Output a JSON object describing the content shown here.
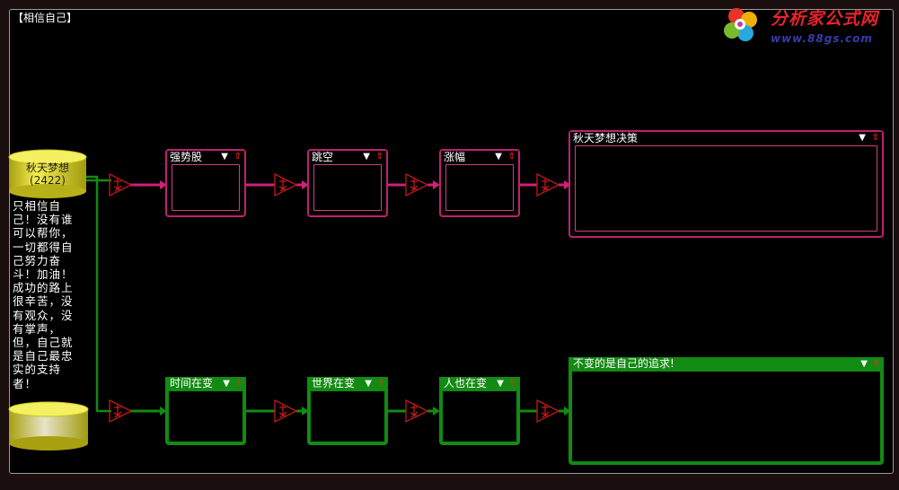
{
  "frame_title": "【相信自己】",
  "logo": {
    "brand": "分析家公式网",
    "url": "www.88gs.com"
  },
  "source": {
    "name": "秋天梦想",
    "code": "(2422)"
  },
  "story_lines": [
    "只相信自",
    "己！没有谁",
    "可以帮你，",
    "一切都得自",
    "己努力奋",
    "斗！加油！",
    "成功的路上",
    "很辛苦，没",
    "有观众，没",
    "有掌声，",
    "但，自己就",
    "是自己最忠",
    "实的支持",
    "者！"
  ],
  "top_row": {
    "boxes": [
      "强势股",
      "跳空",
      "涨幅"
    ],
    "decision": "秋天梦想决策"
  },
  "bottom_row": {
    "boxes": [
      "时间在变",
      "世界在变",
      "人也在变"
    ],
    "decision": "不变的是自己的追求!"
  },
  "icons": {
    "dropdown": "dropdown-icon",
    "move_up": "up-arrow-icon",
    "gate": "gate-icon"
  },
  "colors": {
    "pink": "#c02070",
    "green": "#138a13",
    "gate": "#c01818",
    "cylinder": "#e8e030"
  }
}
